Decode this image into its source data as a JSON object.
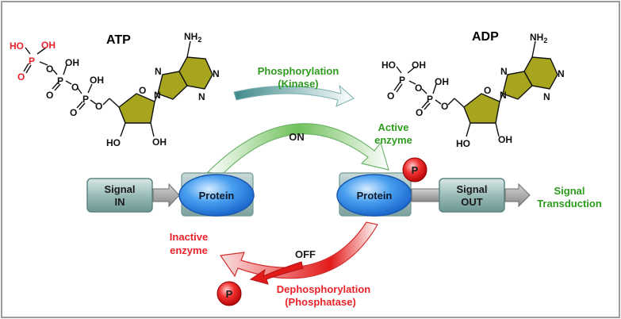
{
  "molecules": {
    "atp": {
      "title": "ATP",
      "phosphate_labels": [
        "HO",
        "OH",
        "P",
        "O",
        "O",
        "P",
        "OH",
        "O",
        "O",
        "P",
        "OH",
        "O",
        "O"
      ],
      "amine": "NH",
      "amine_sub": "2",
      "ring_n": [
        "N",
        "N",
        "N",
        "N"
      ],
      "ring_o": "O",
      "hydroxyls": [
        "HO",
        "OH"
      ]
    },
    "adp": {
      "title": "ADP",
      "phosphate_labels": [
        "HO",
        "OH",
        "P",
        "O",
        "O",
        "P",
        "OH",
        "O",
        "O"
      ],
      "amine": "NH",
      "amine_sub": "2",
      "ring_n": [
        "N",
        "N",
        "N",
        "N"
      ],
      "ring_o": "O",
      "hydroxyls": [
        "HO",
        "OH"
      ]
    }
  },
  "reactions": {
    "phosphorylation": [
      "Phosphorylation",
      "(Kinase)"
    ],
    "dephosphorylation": [
      "Dephosphorylation",
      "(Phosphatase)"
    ]
  },
  "states": {
    "on": "ON",
    "off": "OFF",
    "active": [
      "Active",
      "enzyme"
    ],
    "inactive": [
      "Inactive",
      "enzyme"
    ]
  },
  "boxes": {
    "signal_in": [
      "Signal",
      "IN"
    ],
    "signal_out": [
      "Signal",
      "OUT"
    ],
    "protein_left": "Protein",
    "protein_right": "Protein",
    "phosphate_badge": "P"
  },
  "outcome": [
    "Signal",
    "Transduction"
  ],
  "colors": {
    "green_text": "#2e9a1e",
    "red_text": "#e8232a",
    "red_phosphate": "#e8232a",
    "purine_fill": "#a7a51e",
    "ribose_fill": "#a7a51e",
    "protein_blue": "#1f77d6",
    "box_teal": "#7fa8a5",
    "arrow_gray": "#9a9a9a"
  }
}
